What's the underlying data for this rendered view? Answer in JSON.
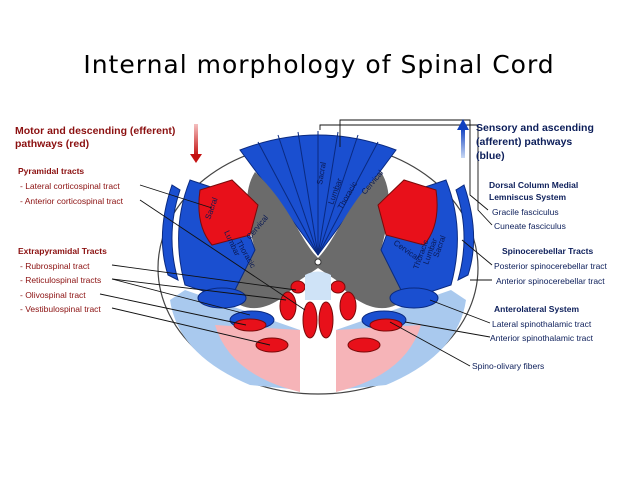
{
  "title": "Internal morphology of Spinal Cord",
  "left": {
    "motor_header": "Motor and descending (efferent)",
    "motor_header2": "pathways   (red)",
    "pyramidal": "Pyramidal tracts",
    "lat_cs": "- Lateral corticospinal tract",
    "ant_cs": "- Anterior corticospinal tract",
    "extrapyramidal": "Extrapyramidal Tracts",
    "rubro": "- Rubrospinal tract",
    "reticulo": "- Reticulospinal tracts",
    "olivo": "- Olivospinal tract",
    "vestibulo": "- Vestibulospinal tract"
  },
  "right": {
    "sensory_header": "Sensory and ascending",
    "sensory_header2": "(afferent) pathways",
    "sensory_header3": "(blue)",
    "dorsal": "Dorsal Column Medial",
    "dorsal2": "Lemniscus System",
    "gracile": "Gracile fasciculus",
    "cuneate": "Cuneate fasciculus",
    "spinocerebellar": "Spinocerebellar Tracts",
    "post_sc": "Posterior spinocerebellar tract",
    "ant_sc": "Anterior spinocerebellar tract",
    "anterolateral": "Anterolateral System",
    "lat_st": "Lateral spinothalamic tract",
    "ant_st": "Anterior spinothalamic tract",
    "spino_olivary": "Spino-olivary fibers"
  },
  "segments": {
    "sacral": "Sacral",
    "lumbar": "Lumbar",
    "thoracic": "Thoracic",
    "cervical": "Cervical"
  },
  "colors": {
    "red": "#e8101a",
    "blue": "#1a4fd0",
    "gray": "#6b6b6b",
    "pink": "#f5a0a8",
    "lightblue": "#9fc4ee"
  }
}
